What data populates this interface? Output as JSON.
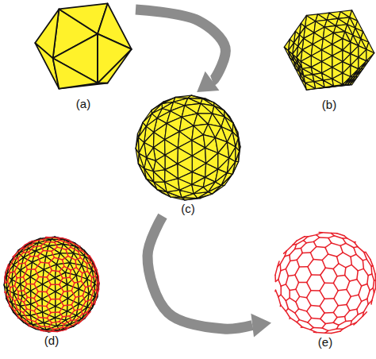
{
  "diagram": {
    "nodes": [
      {
        "text": [
          "(a)"
        ]
      },
      {
        "text": [
          "(b)"
        ]
      },
      {
        "text": [
          "(c)"
        ]
      },
      {
        "text": [
          "(d)"
        ]
      },
      {
        "text": [
          "(e)"
        ]
      }
    ],
    "edges": [
      {
        "from": 0,
        "to": 2,
        "arrow": "to"
      },
      {
        "from": 2,
        "to": 4,
        "arrow": "to"
      }
    ]
  }
}
